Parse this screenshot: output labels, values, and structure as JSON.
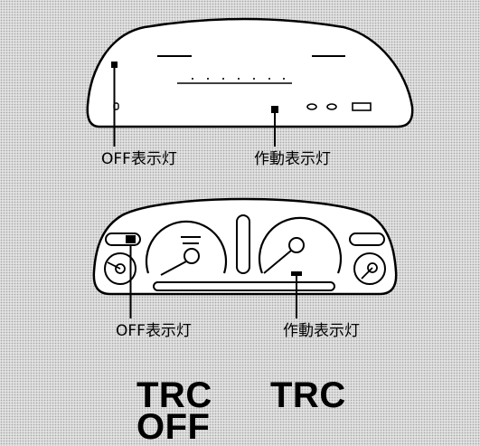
{
  "upper_cluster": {
    "off_label": "OFF表示灯",
    "active_label": "作動表示灯"
  },
  "lower_cluster": {
    "off_label": "OFF表示灯",
    "active_label": "作動表示灯"
  },
  "indicators": {
    "trc_off_line1": "TRC",
    "trc_off_line2": "OFF",
    "trc_active": "TRC"
  },
  "colors": {
    "ink": "#000000",
    "panel_fill": "#ffffff",
    "background": "#d9d9d9"
  }
}
